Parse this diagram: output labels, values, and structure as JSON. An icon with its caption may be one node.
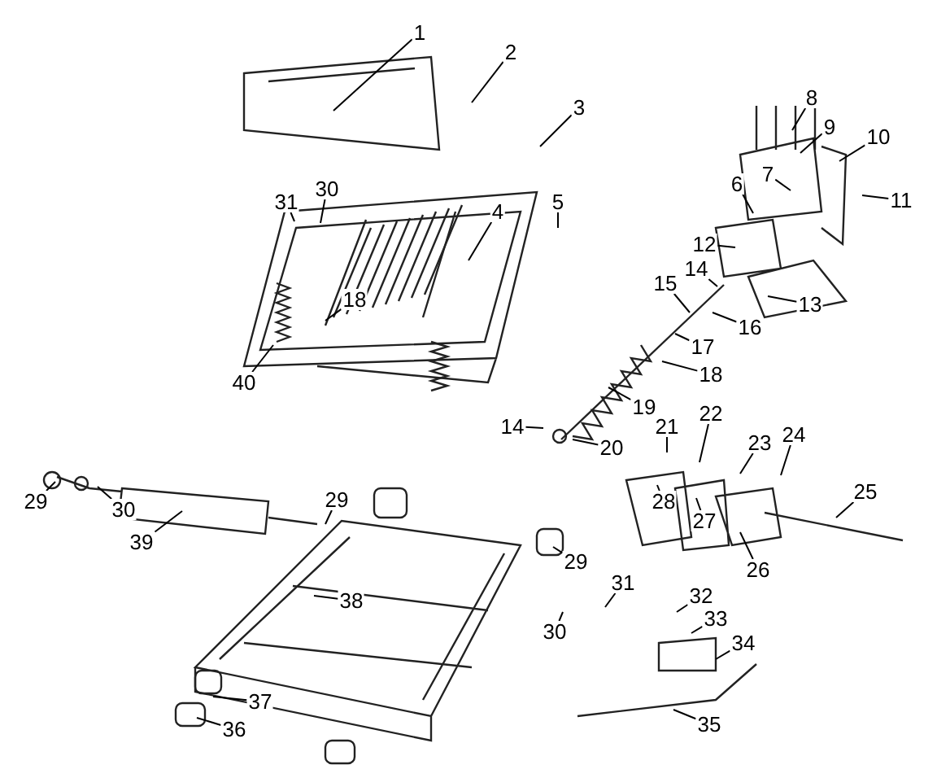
{
  "diagram": {
    "nodes": [
      {
        "text": [
          "1"
        ]
      },
      {
        "text": [
          "2"
        ]
      },
      {
        "text": [
          "3"
        ]
      },
      {
        "text": [
          "8"
        ]
      },
      {
        "text": [
          "9"
        ]
      },
      {
        "text": [
          "10"
        ]
      },
      {
        "text": [
          "7"
        ]
      },
      {
        "text": [
          "6"
        ]
      },
      {
        "text": [
          "11"
        ]
      },
      {
        "text": [
          "30"
        ]
      },
      {
        "text": [
          "31"
        ]
      },
      {
        "text": [
          "5"
        ]
      },
      {
        "text": [
          "4"
        ]
      },
      {
        "text": [
          "12"
        ]
      },
      {
        "text": [
          "14"
        ]
      },
      {
        "text": [
          "15"
        ]
      },
      {
        "text": [
          "18"
        ]
      },
      {
        "text": [
          "13"
        ]
      },
      {
        "text": [
          "16"
        ]
      },
      {
        "text": [
          "17"
        ]
      },
      {
        "text": [
          "18"
        ]
      },
      {
        "text": [
          "40"
        ]
      },
      {
        "text": [
          "19"
        ]
      },
      {
        "text": [
          "14"
        ]
      },
      {
        "text": [
          "21"
        ]
      },
      {
        "text": [
          "22"
        ]
      },
      {
        "text": [
          "20"
        ]
      },
      {
        "text": [
          "23"
        ]
      },
      {
        "text": [
          "24"
        ]
      },
      {
        "text": [
          "25"
        ]
      },
      {
        "text": [
          "29"
        ]
      },
      {
        "text": [
          "30"
        ]
      },
      {
        "text": [
          "39"
        ]
      },
      {
        "text": [
          "29"
        ]
      },
      {
        "text": [
          "28"
        ]
      },
      {
        "text": [
          "27"
        ]
      },
      {
        "text": [
          "29"
        ]
      },
      {
        "text": [
          "26"
        ]
      },
      {
        "text": [
          "31"
        ]
      },
      {
        "text": [
          "38"
        ]
      },
      {
        "text": [
          "32"
        ]
      },
      {
        "text": [
          "33"
        ]
      },
      {
        "text": [
          "30"
        ]
      },
      {
        "text": [
          "34"
        ]
      },
      {
        "text": [
          "37"
        ]
      },
      {
        "text": [
          "35"
        ]
      },
      {
        "text": [
          "36"
        ]
      }
    ],
    "edges": [
      {
        "from": 0,
        "to": null,
        "arrow": "none"
      },
      {
        "from": 1,
        "to": null,
        "arrow": "none"
      },
      {
        "from": 2,
        "to": null,
        "arrow": "none"
      },
      {
        "from": 3,
        "to": null,
        "arrow": "none"
      },
      {
        "from": 4,
        "to": null,
        "arrow": "none"
      },
      {
        "from": 5,
        "to": null,
        "arrow": "none"
      },
      {
        "from": 6,
        "to": null,
        "arrow": "none"
      },
      {
        "from": 7,
        "to": null,
        "arrow": "none"
      },
      {
        "from": 8,
        "to": null,
        "arrow": "none"
      },
      {
        "from": 9,
        "to": null,
        "arrow": "none"
      },
      {
        "from": 10,
        "to": null,
        "arrow": "none"
      },
      {
        "from": 11,
        "to": null,
        "arrow": "none"
      },
      {
        "from": 12,
        "to": null,
        "arrow": "none"
      },
      {
        "from": 13,
        "to": null,
        "arrow": "none"
      },
      {
        "from": 14,
        "to": null,
        "arrow": "none"
      },
      {
        "from": 15,
        "to": null,
        "arrow": "none"
      },
      {
        "from": 16,
        "to": null,
        "arrow": "none"
      },
      {
        "from": 17,
        "to": null,
        "arrow": "none"
      },
      {
        "from": 18,
        "to": null,
        "arrow": "none"
      },
      {
        "from": 19,
        "to": null,
        "arrow": "none"
      },
      {
        "from": 20,
        "to": null,
        "arrow": "none"
      },
      {
        "from": 21,
        "to": null,
        "arrow": "none"
      },
      {
        "from": 22,
        "to": null,
        "arrow": "none"
      },
      {
        "from": 23,
        "to": null,
        "arrow": "none"
      },
      {
        "from": 24,
        "to": null,
        "arrow": "none"
      },
      {
        "from": 25,
        "to": null,
        "arrow": "none"
      },
      {
        "from": 26,
        "to": null,
        "arrow": "none"
      },
      {
        "from": 27,
        "to": null,
        "arrow": "none"
      },
      {
        "from": 28,
        "to": null,
        "arrow": "none"
      },
      {
        "from": 29,
        "to": null,
        "arrow": "none"
      },
      {
        "from": 30,
        "to": null,
        "arrow": "none"
      },
      {
        "from": 31,
        "to": null,
        "arrow": "none"
      },
      {
        "from": 32,
        "to": null,
        "arrow": "none"
      },
      {
        "from": 33,
        "to": null,
        "arrow": "none"
      },
      {
        "from": 34,
        "to": null,
        "arrow": "none"
      },
      {
        "from": 35,
        "to": null,
        "arrow": "none"
      },
      {
        "from": 36,
        "to": null,
        "arrow": "none"
      },
      {
        "from": 37,
        "to": null,
        "arrow": "none"
      },
      {
        "from": 38,
        "to": null,
        "arrow": "none"
      },
      {
        "from": 39,
        "to": null,
        "arrow": "none"
      },
      {
        "from": 40,
        "to": null,
        "arrow": "none"
      },
      {
        "from": 41,
        "to": null,
        "arrow": "none"
      },
      {
        "from": 42,
        "to": null,
        "arrow": "none"
      },
      {
        "from": 43,
        "to": null,
        "arrow": "none"
      },
      {
        "from": 44,
        "to": null,
        "arrow": "none"
      },
      {
        "from": 45,
        "to": null,
        "arrow": "none"
      },
      {
        "from": 46,
        "to": null,
        "arrow": "none"
      }
    ]
  }
}
